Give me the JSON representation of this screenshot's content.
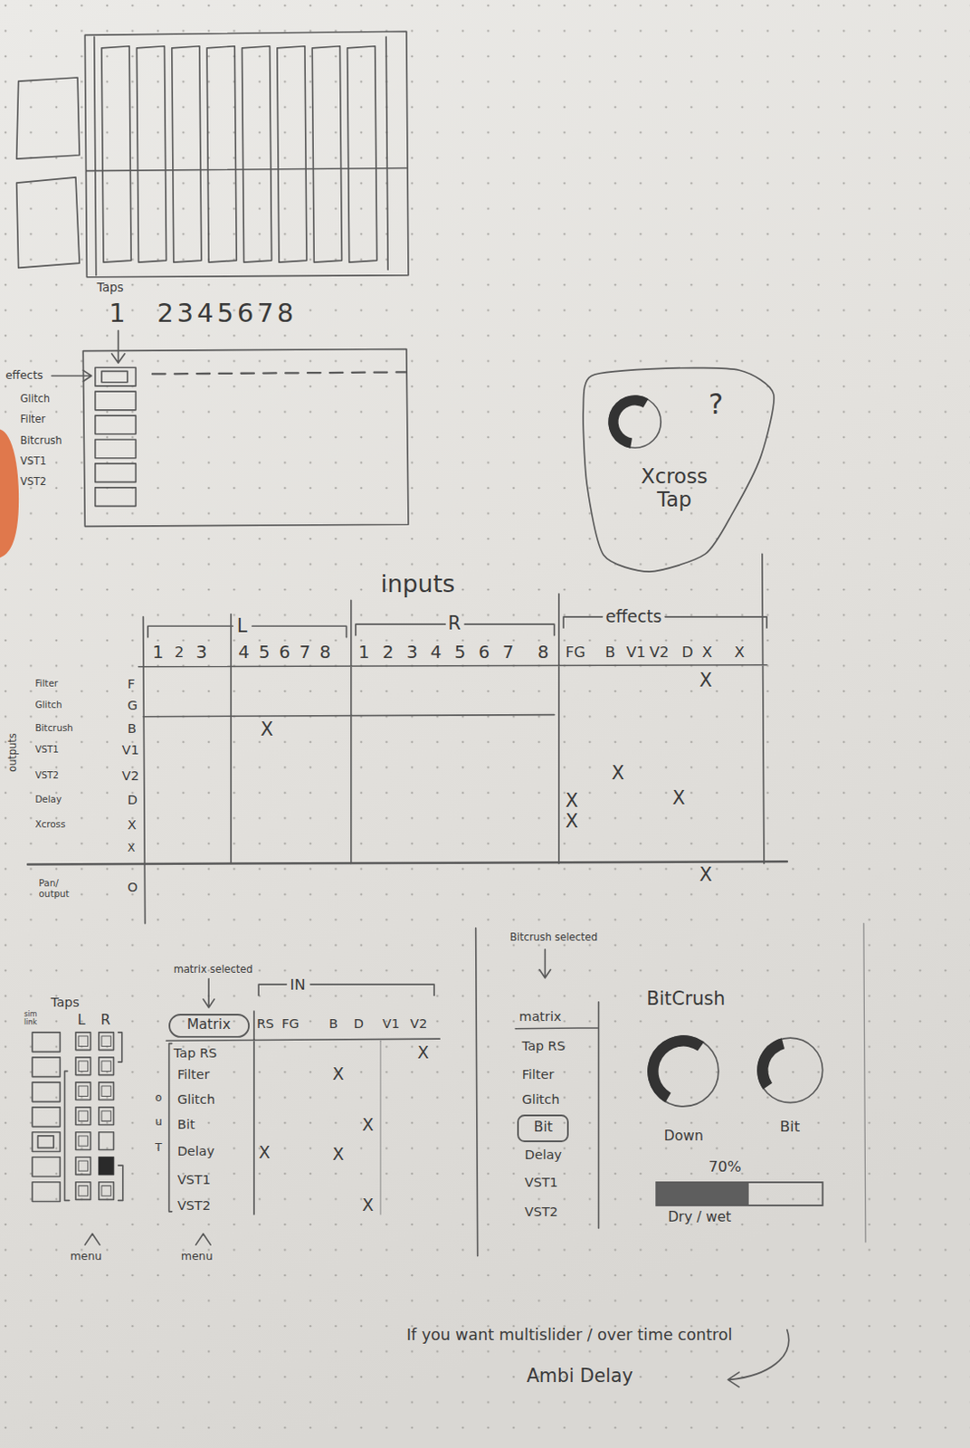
{
  "diagram": {
    "nodes": [
      {
        "text": [
          "?",
          "Xcross Tap"
        ]
      },
      {
        "text": [
          "Matrix"
        ]
      },
      {
        "text": [
          "Bit"
        ]
      },
      {
        "text": [
          "Down"
        ]
      },
      {
        "text": [
          "Bit"
        ]
      },
      {
        "text": [
          "70%",
          "Dry / wet"
        ]
      }
    ],
    "labels": [
      "Taps",
      "1",
      "2345678",
      "effects",
      "Glitch",
      "Filter",
      "Bitcrush",
      "VST1",
      "VST2",
      "inputs",
      "L",
      "R",
      "effects",
      "1",
      "2",
      "3",
      "4",
      "5",
      "6",
      "7",
      "8",
      "1",
      "2",
      "3",
      "4",
      "5",
      "6",
      "7",
      "8",
      "FG",
      "B",
      "V1",
      "V2",
      "D",
      "X",
      "X",
      "Filter",
      "F",
      "Glitch",
      "G",
      "Bitcrush",
      "B",
      "VST1",
      "V1",
      "VST2",
      "V2",
      "Delay",
      "D",
      "Xcross",
      "X",
      "X",
      "Pan/ output",
      "O",
      "outputs",
      "X",
      "X",
      "X",
      "X",
      "X",
      "X",
      "X",
      "Taps",
      "sim link",
      "L",
      "R",
      "matrix selected",
      "IN",
      "RS",
      "FG",
      "B",
      "D",
      "V1",
      "V2",
      "Tap RS",
      "Filter",
      "Glitch",
      "Bit",
      "Delay",
      "VST1",
      "VST2",
      "o",
      "u",
      "T",
      "X",
      "X",
      "X",
      "X",
      "X",
      "X",
      "menu",
      "menu",
      "Bitcrush selected",
      "matrix",
      "Tap RS",
      "Filter",
      "Glitch",
      "Delay",
      "VST1",
      "VST2",
      "BitCrush",
      "If you want multislider / over time control",
      "Ambi Delay"
    ]
  }
}
